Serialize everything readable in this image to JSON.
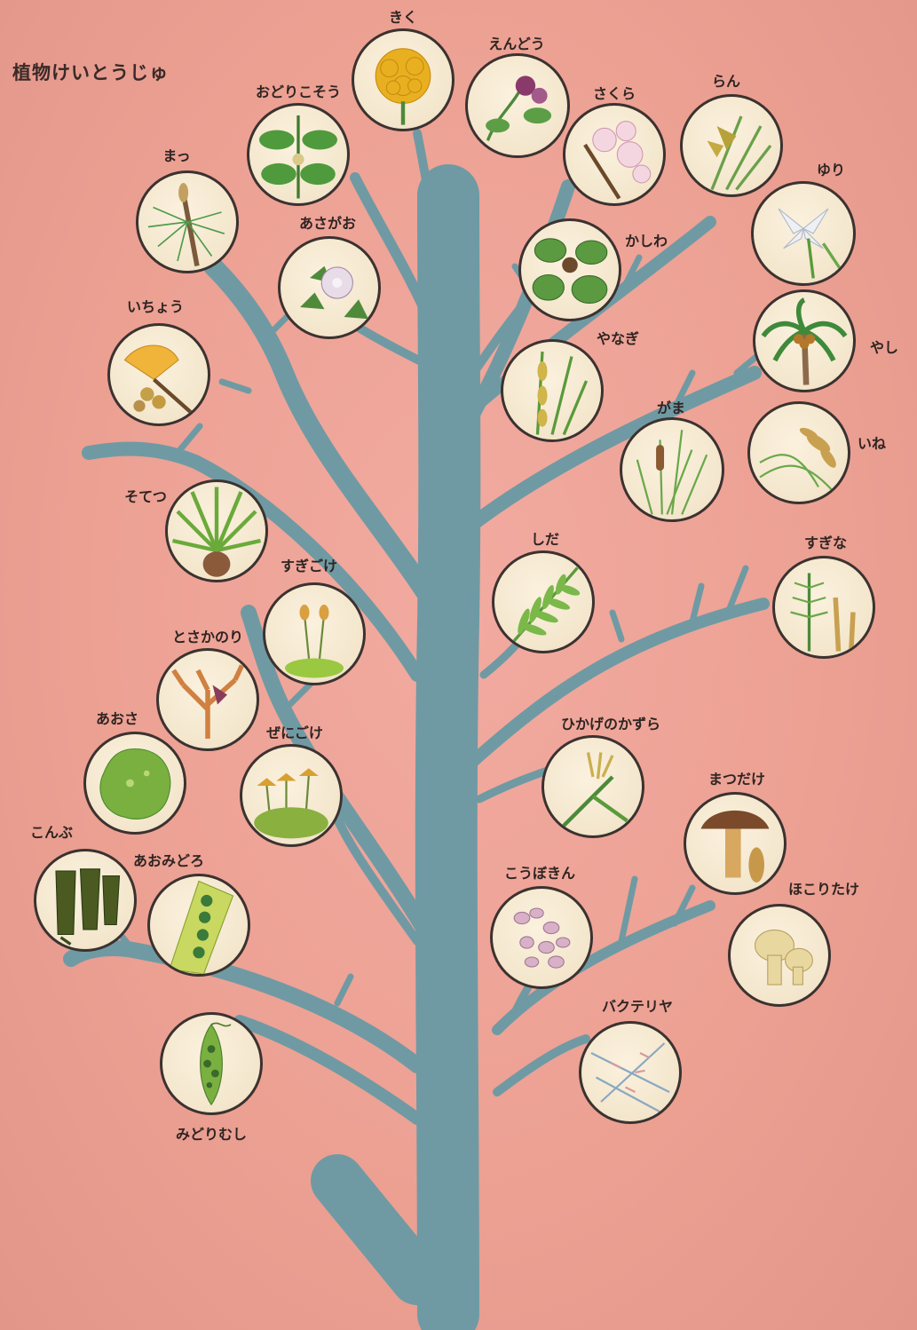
{
  "title": "植物けいとうじゅ",
  "plants": {
    "kiku": "きく",
    "endou": "えんどう",
    "odorikosou": "おどりこそう",
    "sakura": "さくら",
    "ran": "らん",
    "matsu": "まっ",
    "yuri": "ゆり",
    "asagao": "あさがお",
    "kashiwa": "かしわ",
    "ichou": "いちょう",
    "yanagi": "やなぎ",
    "yashi": "やし",
    "gama": "がま",
    "ine": "いね",
    "sotetsu": "そてつ",
    "sugigoke": "すぎごけ",
    "shida": "しだ",
    "sugina": "すぎな",
    "tosakanori": "とさかのり",
    "aosa": "あおさ",
    "zenigoke": "ぜにごけ",
    "higenokazura": "ひかげのかずら",
    "matsudake": "まつだけ",
    "konbu": "こんぶ",
    "aomidoro": "あおみどろ",
    "koubokin": "こうぼきん",
    "hokoritake": "ほこりたけ",
    "bacteria": "バクテリヤ",
    "midorimushi": "みどりむし"
  },
  "colors": {
    "trunk": "#6f9aa4",
    "background": "#eca193",
    "disc_border": "#3b3230",
    "disc_fill": "#f6ead2"
  }
}
